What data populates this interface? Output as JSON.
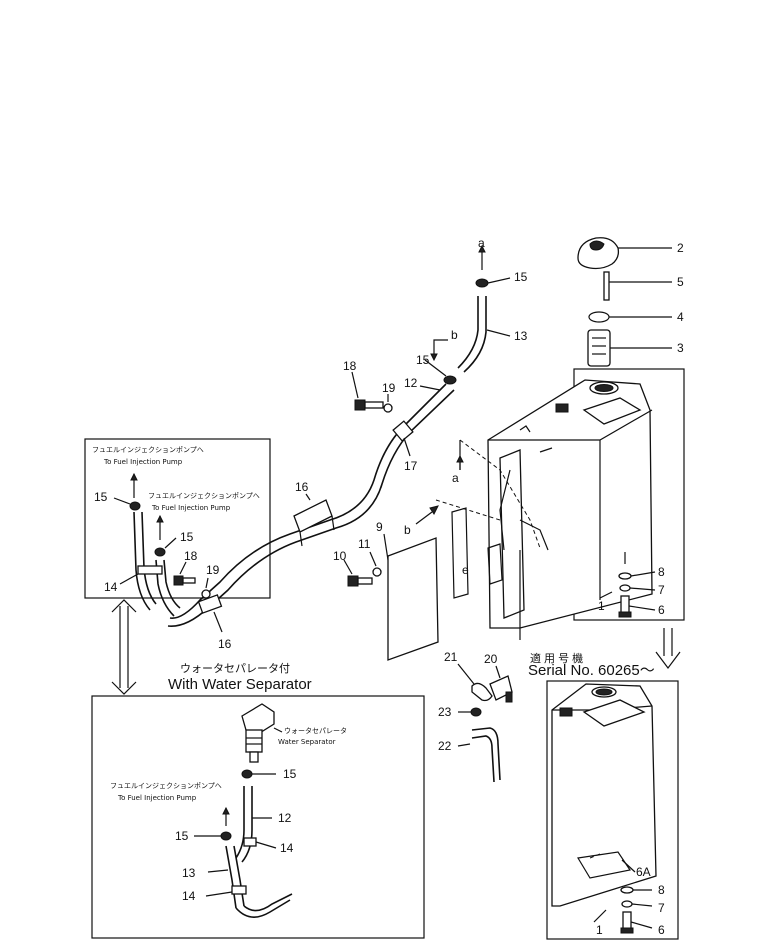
{
  "main": {
    "ref_a_top": "a",
    "ref_b_top": "b",
    "ref_a_tank": "a",
    "ref_b_tank": "b",
    "part_numbers": {
      "p2": "2",
      "p5": "5",
      "p4": "4",
      "p3": "3",
      "p15_top": "15",
      "p13_top": "13",
      "p15_b": "15",
      "p12_top": "12",
      "p18_top": "18",
      "p19_top": "19",
      "p17": "17",
      "p16_mid": "16",
      "p9": "9",
      "p11": "11",
      "p10": "10",
      "p8_top": "8",
      "p7_top": "7",
      "p6_top": "6",
      "p1_top": "1",
      "p21": "21",
      "p20": "20",
      "p23": "23",
      "p22": "22"
    }
  },
  "box_left": {
    "jp_caption_1": "フュエルインジェクションポンプへ",
    "en_caption_1": "To Fuel Injection Pump",
    "jp_caption_2": "フュエルインジェクションポンプへ",
    "en_caption_2": "To Fuel Injection Pump",
    "p15_a": "15",
    "p15_b": "15",
    "p14": "14",
    "p18": "18",
    "p19": "19",
    "p16": "16"
  },
  "water_separator": {
    "title_jp": "ウォータセパレータ付",
    "title_en": "With Water Separator",
    "sep_jp": "ウォータセパレータ",
    "sep_en": "Water Separator",
    "pump_jp": "フュエルインジェクションポンプへ",
    "pump_en": "To Fuel Injection Pump",
    "p15_a": "15",
    "p12": "12",
    "p15_b": "15",
    "p14_a": "14",
    "p13": "13",
    "p14_b": "14"
  },
  "serial_box": {
    "title_jp": "適 用 号 機",
    "title_en": "Serial No. 60265～",
    "p6A": "6A",
    "p8": "8",
    "p7": "7",
    "p6": "6",
    "p1": "1"
  }
}
